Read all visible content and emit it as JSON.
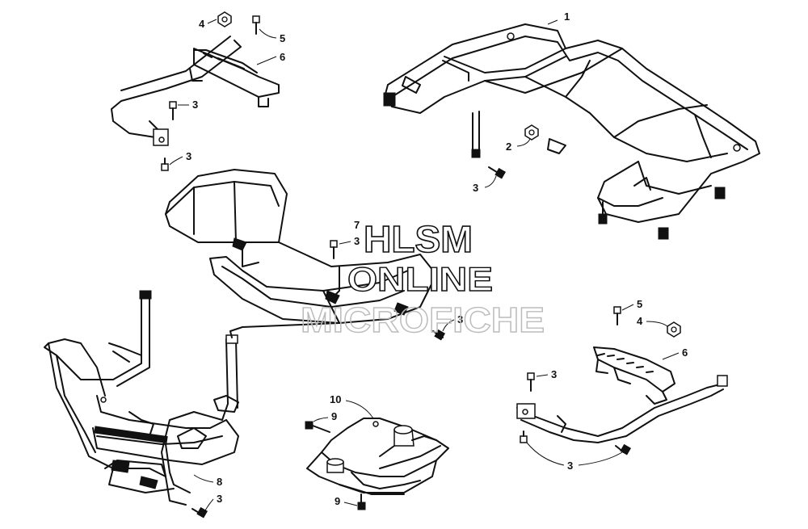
{
  "watermark": {
    "line1": "HLSM",
    "line2": "ONLINE",
    "line3": "MICROFICHE"
  },
  "callouts": {
    "rear_rack": "1",
    "rear_nut": "2",
    "rear_bolt": "3",
    "left_nut": "4",
    "left_bolt": "5",
    "left_footrest": "6",
    "left_bolt_a": "3",
    "left_bolt_b": "3",
    "front_rack_7": "7",
    "front_rack_bolt": "3",
    "front_rack_bolt_right": "3",
    "front_bumper": "8",
    "front_bumper_bolt": "3",
    "skid_plate": "10",
    "skid_bolt_top": "9",
    "skid_bolt_bottom": "9",
    "right_bolt": "5",
    "right_nut": "4",
    "right_footrest": "6",
    "right_bolt_top": "3",
    "right_bolt_bottom": "3"
  }
}
